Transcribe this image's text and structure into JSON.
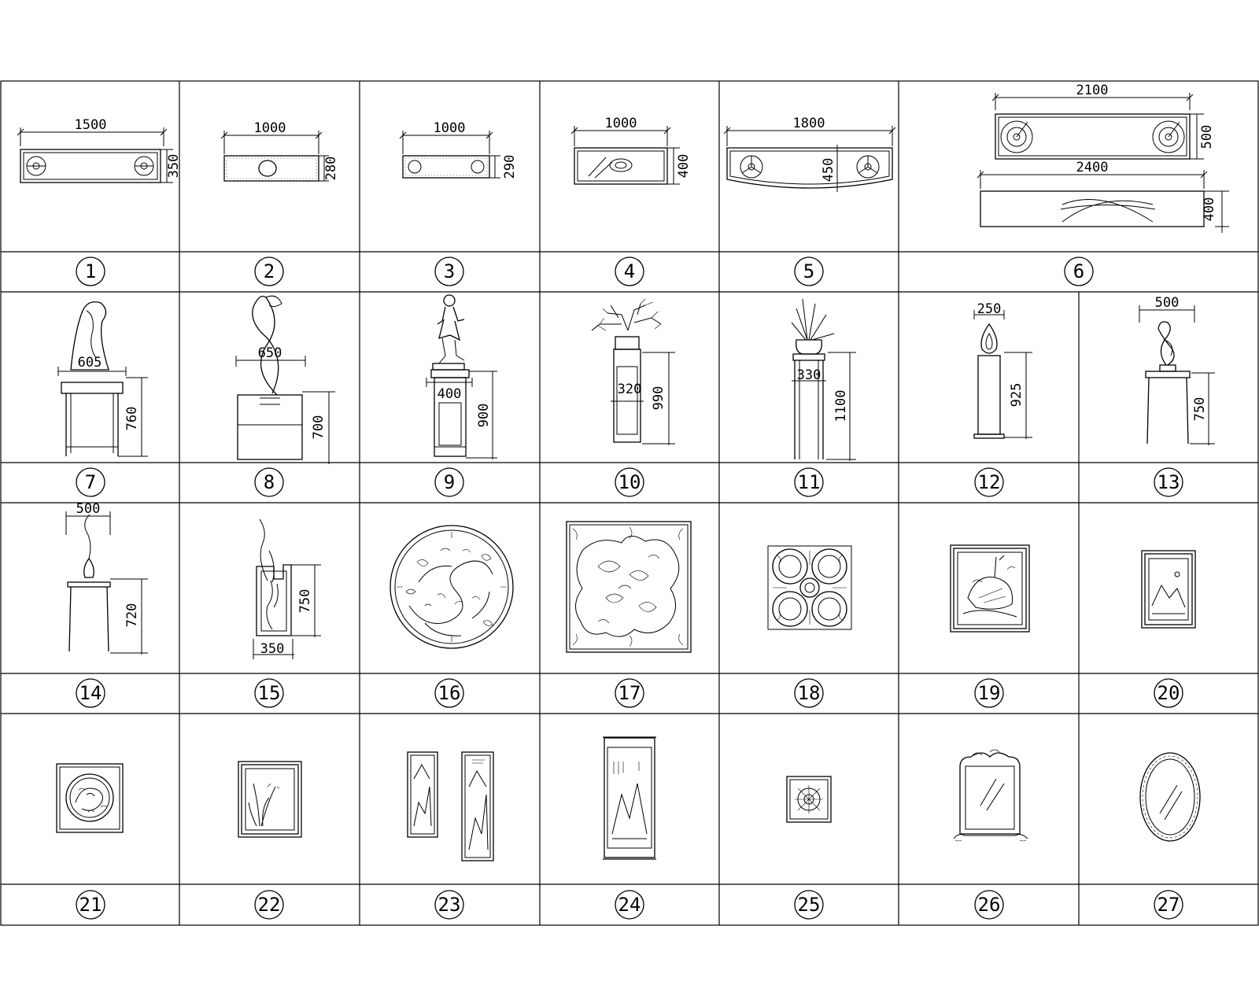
{
  "sheet": {
    "cells": [
      {
        "no": "1",
        "dims": [
          "1500",
          "350"
        ]
      },
      {
        "no": "2",
        "dims": [
          "1000",
          "280"
        ]
      },
      {
        "no": "3",
        "dims": [
          "1000",
          "290"
        ]
      },
      {
        "no": "4",
        "dims": [
          "1000",
          "400"
        ]
      },
      {
        "no": "5",
        "dims": [
          "1800",
          "450"
        ]
      },
      {
        "no": "6",
        "dims": [
          "2100",
          "500",
          "2400",
          "400"
        ]
      },
      {
        "no": "7",
        "dims": [
          "605",
          "760"
        ]
      },
      {
        "no": "8",
        "dims": [
          "650",
          "700"
        ]
      },
      {
        "no": "9",
        "dims": [
          "400",
          "900"
        ]
      },
      {
        "no": "10",
        "dims": [
          "320",
          "990"
        ]
      },
      {
        "no": "11",
        "dims": [
          "330",
          "1100"
        ]
      },
      {
        "no": "12",
        "dims": [
          "250",
          "925"
        ]
      },
      {
        "no": "13",
        "dims": [
          "500",
          "750"
        ]
      },
      {
        "no": "14",
        "dims": [
          "500",
          "720"
        ]
      },
      {
        "no": "15",
        "dims": [
          "750",
          "350"
        ]
      },
      {
        "no": "16",
        "dims": []
      },
      {
        "no": "17",
        "dims": []
      },
      {
        "no": "18",
        "dims": []
      },
      {
        "no": "19",
        "dims": []
      },
      {
        "no": "20",
        "dims": []
      },
      {
        "no": "21",
        "dims": []
      },
      {
        "no": "22",
        "dims": []
      },
      {
        "no": "23",
        "dims": []
      },
      {
        "no": "24",
        "dims": []
      },
      {
        "no": "25",
        "dims": []
      },
      {
        "no": "26",
        "dims": []
      },
      {
        "no": "27",
        "dims": []
      }
    ]
  }
}
